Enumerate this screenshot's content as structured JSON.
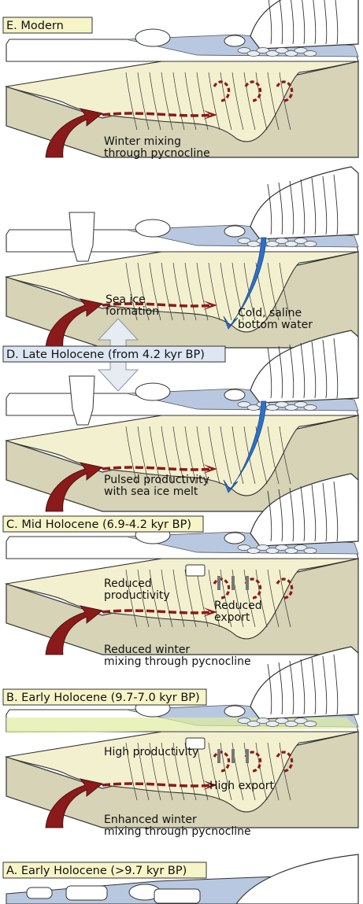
{
  "colors": {
    "sediment": "#d6d3b6",
    "water": "#f3f0cf",
    "sea_ice": "#b8c8e0",
    "title_box_fill": "#f7f4c8",
    "title_box_late": "#dde6f3",
    "red_arrow": "#8b1a1a",
    "blue_arrow": "#2e6fc8",
    "green_tint": "#dfeca0"
  },
  "panels": [
    {
      "id": "E",
      "title": "E. Modern",
      "labels": [
        {
          "text": [
            "Winter mixing",
            "through pycnocline"
          ]
        }
      ]
    },
    {
      "id": "E2",
      "title": "",
      "labels": [
        {
          "text": [
            "Sea ice",
            "formation"
          ]
        },
        {
          "text": [
            "Cold, saline",
            "bottom water"
          ]
        }
      ]
    },
    {
      "id": "D",
      "title": "D. Late Holocene (from 4.2 kyr BP)",
      "labels": [
        {
          "text": [
            "Pulsed productivity",
            "with sea ice melt"
          ]
        }
      ]
    },
    {
      "id": "C",
      "title": "C. Mid Holocene (6.9-4.2 kyr BP)",
      "labels": [
        {
          "text": [
            "Reduced",
            "productivity"
          ]
        },
        {
          "text": [
            "Reduced",
            "export"
          ]
        },
        {
          "text": [
            "Reduced winter",
            "mixing through pycnocline"
          ]
        }
      ]
    },
    {
      "id": "B",
      "title": "B. Early Holocene (9.7-7.0 kyr BP)",
      "labels": [
        {
          "text": [
            "High productivity"
          ]
        },
        {
          "text": [
            "High export"
          ]
        },
        {
          "text": [
            "Enhanced winter",
            "mixing through pycnocline"
          ]
        }
      ]
    },
    {
      "id": "A",
      "title": "A. Early Holocene (>9.7 kyr BP)",
      "labels": []
    }
  ]
}
